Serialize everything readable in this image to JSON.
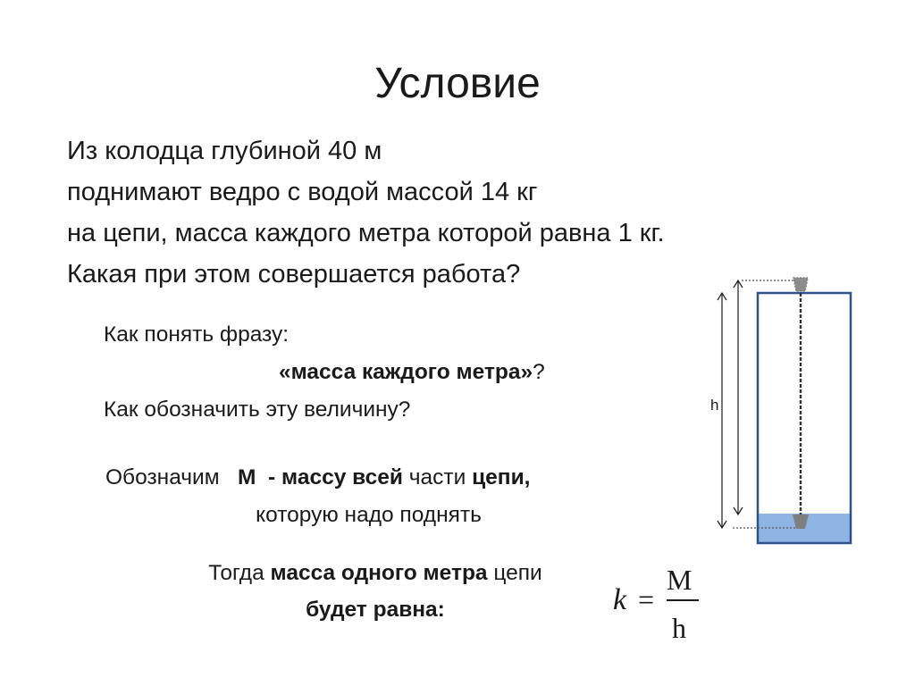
{
  "slide": {
    "title": "Условие",
    "condition_lines": [
      "Из колодца глубиной 40 м",
      "поднимают ведро с водой массой 14 кг",
      "на цепи, масса каждого метра которой равна 1 кг.",
      "Какая при этом совершается работа?"
    ],
    "question": {
      "line1": "Как понять фразу:",
      "phrase_bold": "«масса каждого метра»",
      "phrase_mark": "?",
      "line3": "Как обозначить эту величину?"
    },
    "definition": {
      "part1": "Обозначим   ",
      "symbol": "М",
      "part2": "  - массу всей",
      "part3": " части ",
      "part4": "цепи,",
      "line2": "которую надо поднять"
    },
    "conclusion": {
      "part1": "Тогда ",
      "bold1": "масса одного метра",
      "part2": " цепи",
      "bold2": "будет равна:"
    },
    "formula": {
      "lhs": "k",
      "eq": "=",
      "numerator": "M",
      "denominator": "h"
    },
    "diagram": {
      "height_label": "h",
      "water_color": "#8eb4e3",
      "well_border_color": "#2f528f"
    }
  }
}
